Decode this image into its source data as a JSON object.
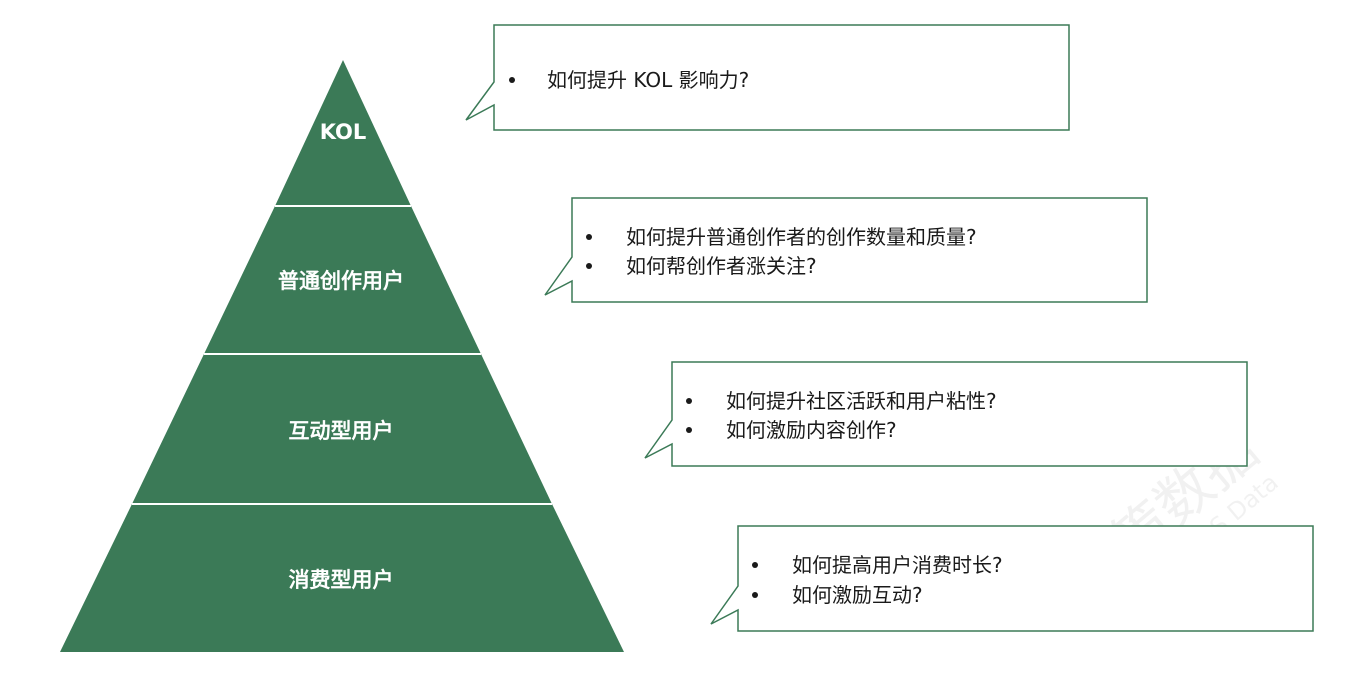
{
  "diagram": {
    "tiers": [
      {
        "label": "KOL"
      },
      {
        "label": "普通创作用户"
      },
      {
        "label": "互动型用户"
      },
      {
        "label": "消费型用户"
      }
    ],
    "callouts": [
      {
        "items": [
          "如何提升 KOL 影响力?"
        ]
      },
      {
        "items": [
          "如何提升普通创作者的创作数量和质量?",
          "如何帮创作者涨关注?"
        ]
      },
      {
        "items": [
          "如何提升社区活跃和用户粘性?",
          "如何激励内容创作?"
        ]
      },
      {
        "items": [
          "如何提高用户消费时长?",
          "如何激励互动?"
        ]
      }
    ],
    "colors": {
      "pyramid": "#3b7a57",
      "divider": "#ffffff",
      "bubble_border": "#3b7a57",
      "text": "#1a1a1a"
    }
  },
  "watermark": {
    "brand_cn": "神策数据",
    "brand_en": "SENSORS Data"
  }
}
